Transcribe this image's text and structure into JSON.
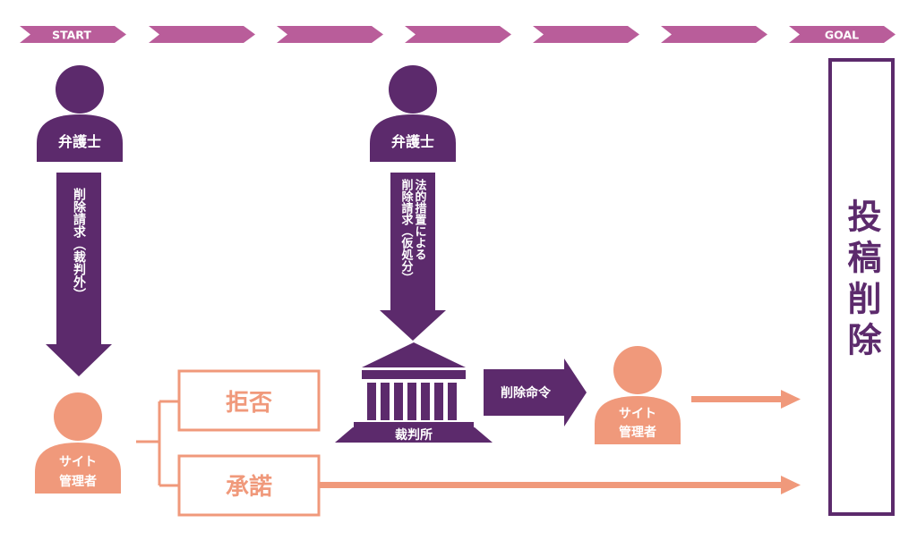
{
  "colors": {
    "purple": "#5c2a6c",
    "orange": "#f0997b",
    "timeline": "#b95d9a",
    "white": "#ffffff"
  },
  "timeline": {
    "start_label": "START",
    "goal_label": "GOAL"
  },
  "lawyer_left": {
    "label": "弁護士",
    "arrow_text": "削除請求（裁判外）"
  },
  "lawyer_center": {
    "label": "弁護士",
    "arrow_text_line1": "法的措置による",
    "arrow_text_line2": "削除請求（仮処分）"
  },
  "site_admin_left": {
    "line1": "サイト",
    "line2": "管理者"
  },
  "site_admin_right": {
    "line1": "サイト",
    "line2": "管理者"
  },
  "branch": {
    "reject_label": "拒否",
    "accept_label": "承諾"
  },
  "court": {
    "label": "裁判所"
  },
  "deletion_order": {
    "label": "削除命令"
  },
  "goal_box": {
    "label": "投稿削除"
  }
}
